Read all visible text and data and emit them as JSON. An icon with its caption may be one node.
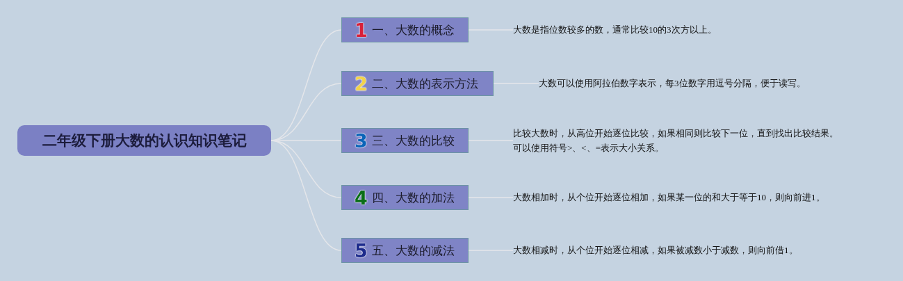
{
  "diagram": {
    "nodes": [
      {
        "text": [
          "二年级下册大数的认识知识笔记"
        ]
      },
      {
        "text": [
          "1",
          "一、大数的概念"
        ]
      },
      {
        "text": [
          "大数是指位数较多的数，通常比较10的3次方以上。"
        ]
      },
      {
        "text": [
          "2",
          "二、大数的表示方法"
        ]
      },
      {
        "text": [
          "大数可以使用阿拉伯数字表示，每3位数字用逗号分隔，便于读写。"
        ]
      },
      {
        "text": [
          "3",
          "三、大数的比较"
        ]
      },
      {
        "text": [
          "比较大数时，从高位开始逐位比较，如果相同则比较下一位，直到找出比较结果。可以使用符号>、<、=表示大小关系。"
        ]
      },
      {
        "text": [
          "4",
          "四、大数的加法"
        ]
      },
      {
        "text": [
          "大数相加时，从个位开始逐位相加，如果某一位的和大于等于10，则向前进1。"
        ]
      },
      {
        "text": [
          "5",
          "五、大数的减法"
        ]
      },
      {
        "text": [
          "大数相减时，从个位开始逐位相减，如果被减数小于减数，则向前借1。"
        ]
      }
    ],
    "edges": [
      {
        "from": 0,
        "to": 1,
        "arrow": "none"
      },
      {
        "from": 0,
        "to": 3,
        "arrow": "none"
      },
      {
        "from": 0,
        "to": 5,
        "arrow": "none"
      },
      {
        "from": 0,
        "to": 7,
        "arrow": "none"
      },
      {
        "from": 0,
        "to": 9,
        "arrow": "none"
      },
      {
        "from": 1,
        "to": 2,
        "arrow": "none"
      },
      {
        "from": 3,
        "to": 4,
        "arrow": "none"
      },
      {
        "from": 5,
        "to": 6,
        "arrow": "none"
      },
      {
        "from": 7,
        "to": 8,
        "arrow": "none"
      },
      {
        "from": 9,
        "to": 10,
        "arrow": "none"
      }
    ]
  }
}
